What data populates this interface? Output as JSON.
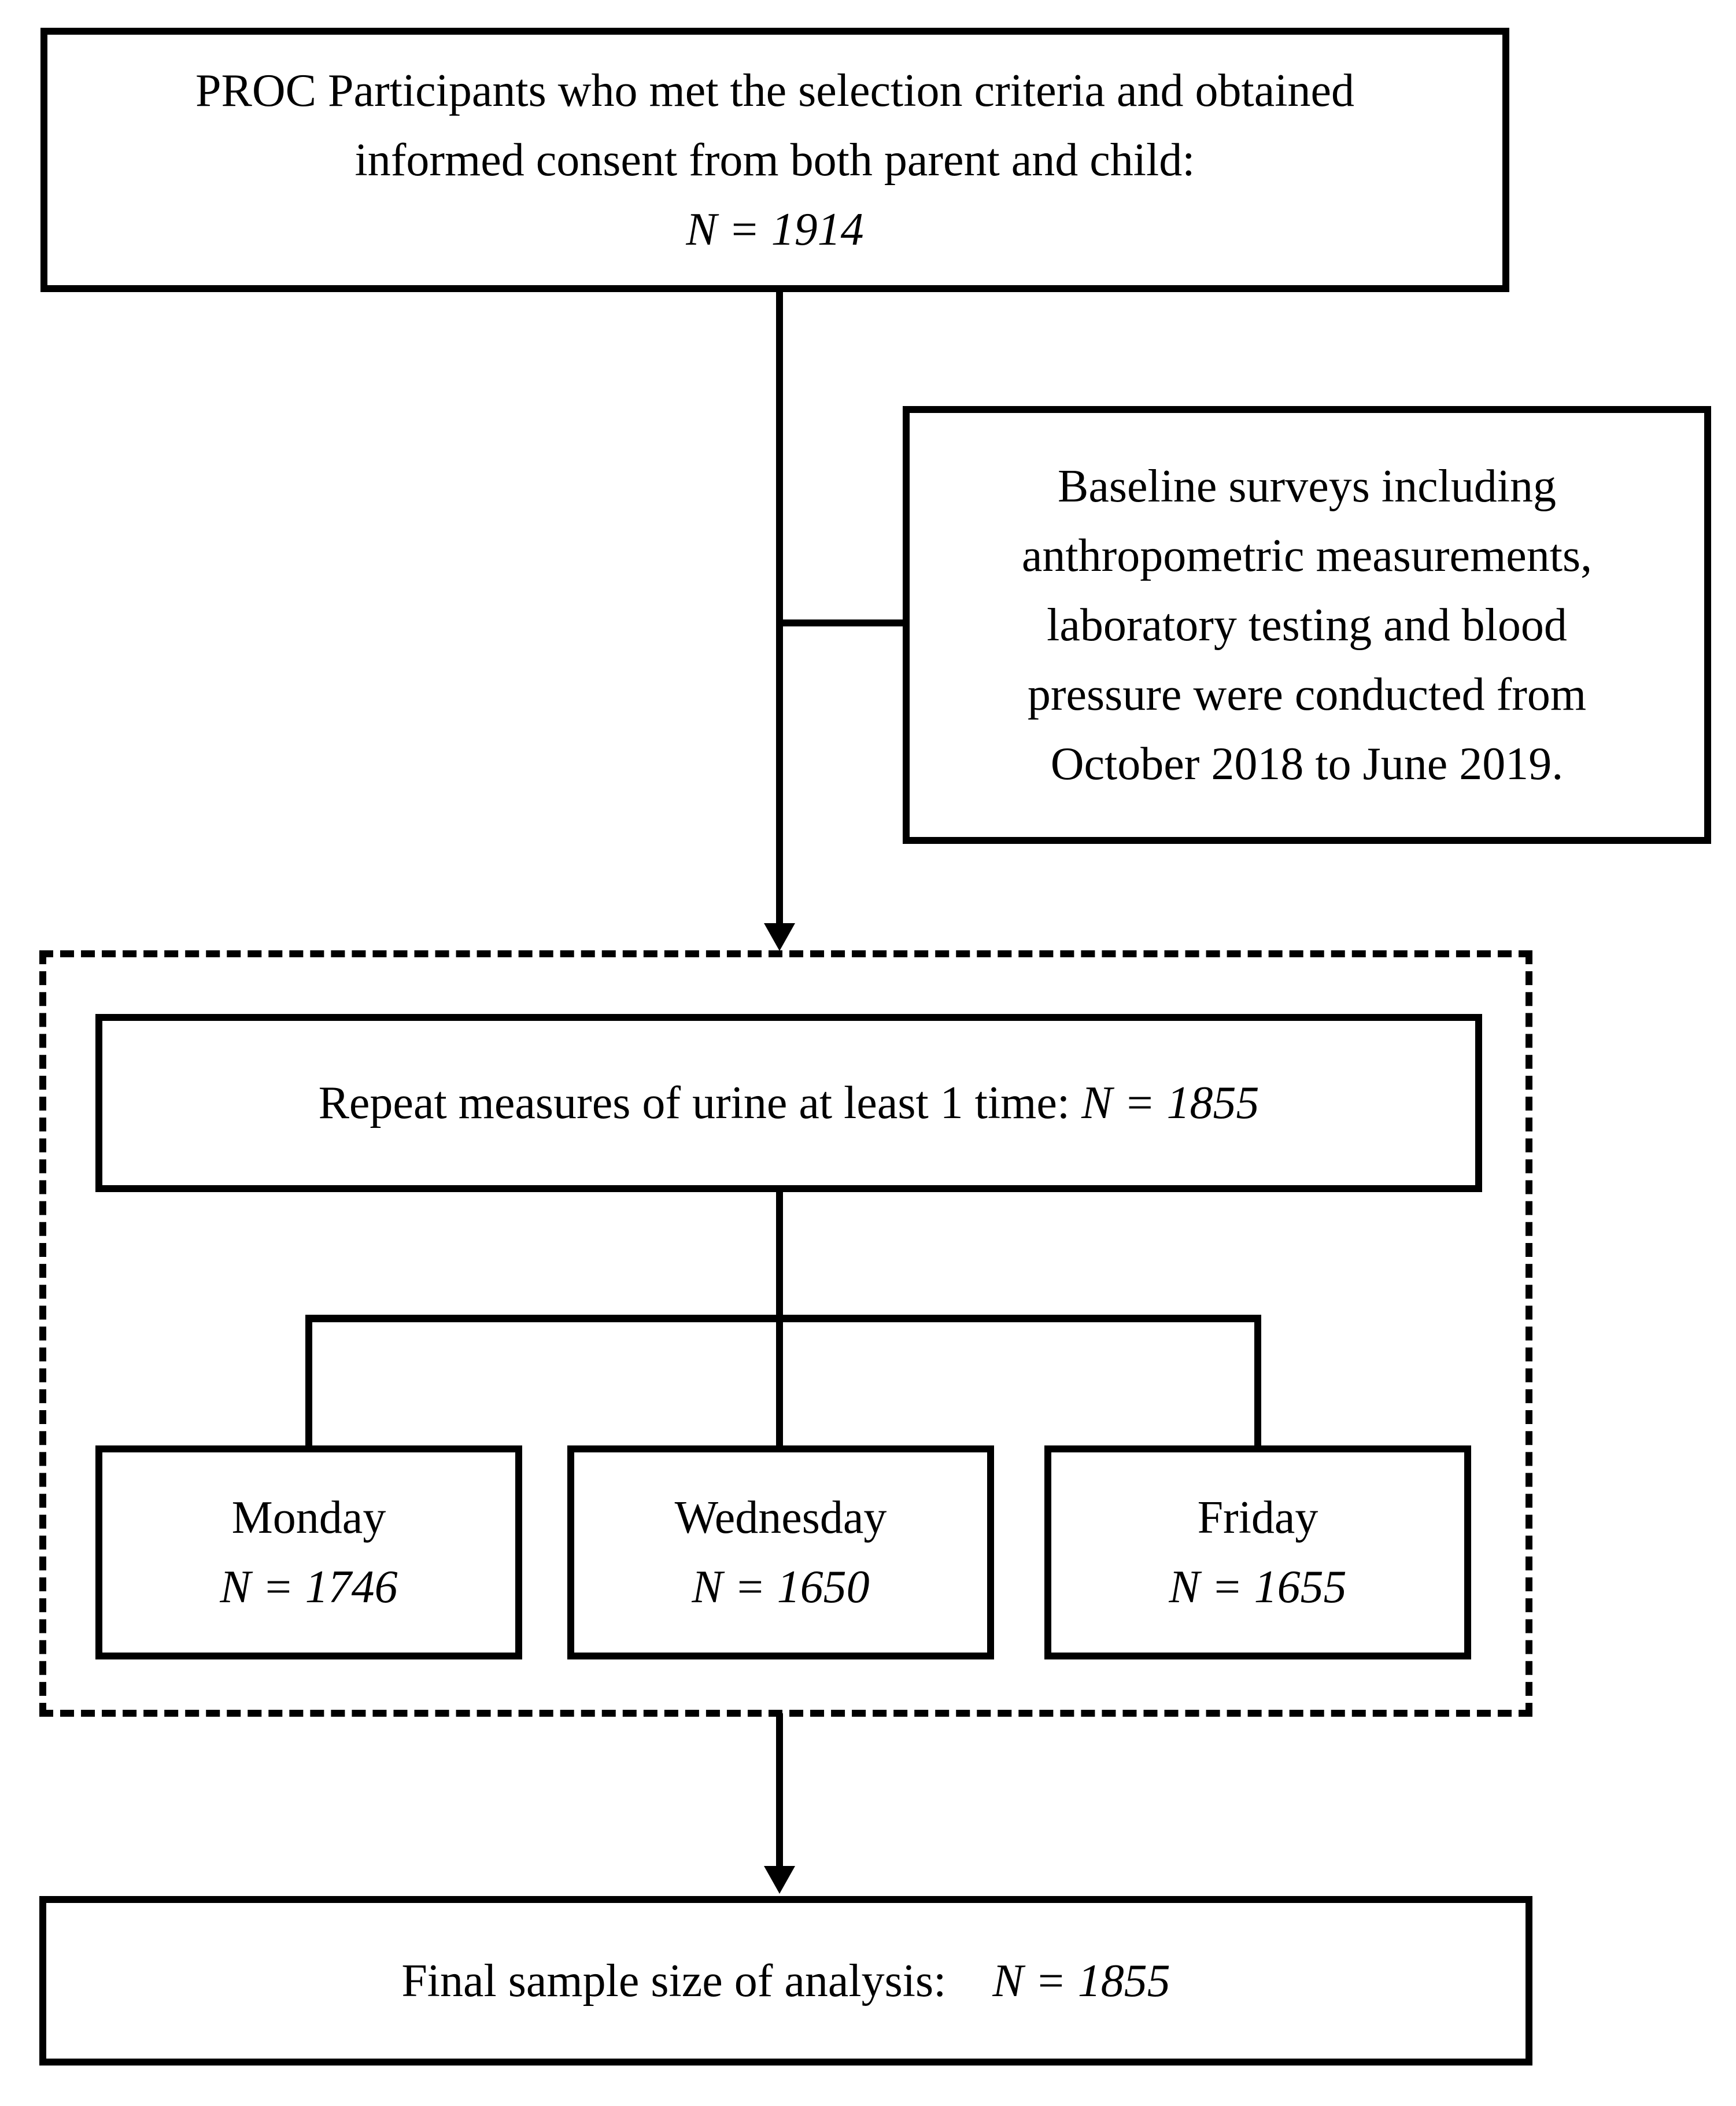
{
  "diagram": {
    "top_box": {
      "line1": "PROC Participants who met the selection criteria and obtained",
      "line2": "informed consent from both parent and child:",
      "n": "N = 1914"
    },
    "baseline_box": {
      "line1": "Baseline surveys including",
      "line2": "anthropometric measurements,",
      "line3": "laboratory testing and blood",
      "line4": "pressure were conducted from",
      "line5": "October 2018 to June 2019."
    },
    "repeat_box": {
      "label": "Repeat measures of urine at least 1 time: ",
      "n": "N = 1855"
    },
    "day_boxes": [
      {
        "label": "Monday",
        "n": "N = 1746"
      },
      {
        "label": "Wednesday",
        "n": "N = 1650"
      },
      {
        "label": "Friday",
        "n": "N = 1655"
      }
    ],
    "final_box": {
      "label": "Final sample size of analysis:",
      "n": "N = 1855"
    },
    "colors": {
      "line": "#000000",
      "background": "#ffffff",
      "text": "#000000"
    }
  }
}
